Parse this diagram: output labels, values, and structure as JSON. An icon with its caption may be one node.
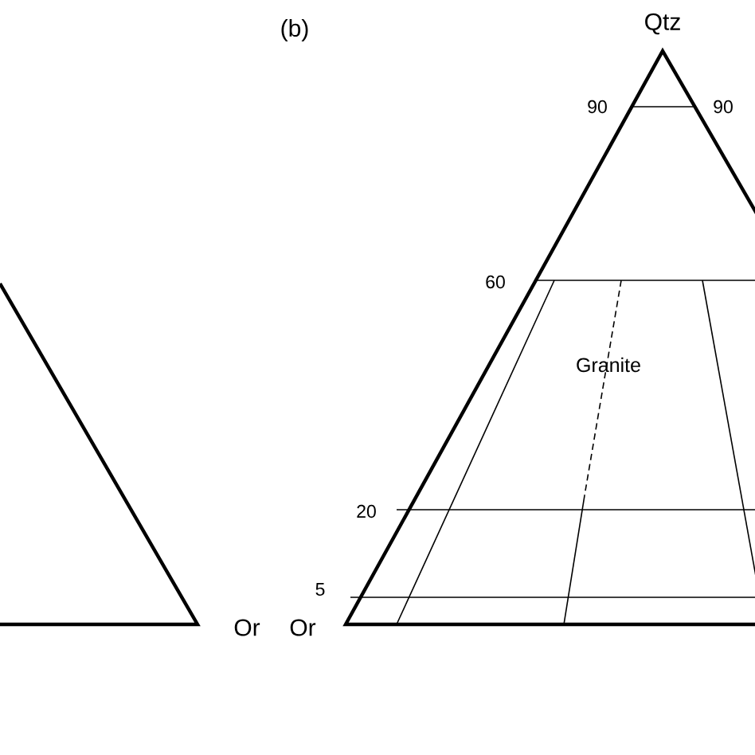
{
  "diagram": {
    "labels": [
      "(b)",
      "Qtz",
      "90",
      "90",
      "60",
      "Granite",
      "20",
      "5",
      "Or",
      "Or"
    ]
  }
}
